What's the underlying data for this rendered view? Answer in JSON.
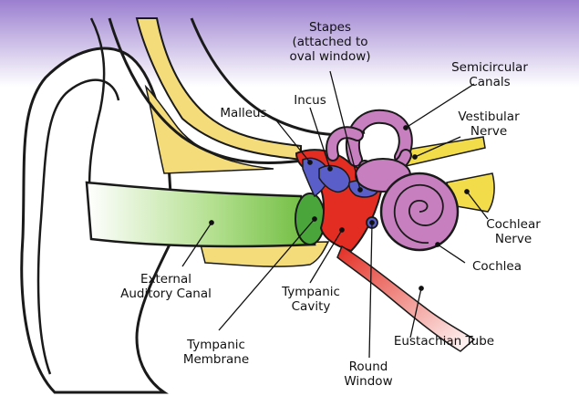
{
  "labels": {
    "stapes": [
      "Stapes",
      "(attached to",
      "oval window)"
    ],
    "semicircular": [
      "Semicircular",
      "Canals"
    ],
    "malleus": [
      "Malleus"
    ],
    "incus": [
      "Incus"
    ],
    "vestibular": [
      "Vestibular",
      "Nerve"
    ],
    "cochlear_nerve": [
      "Cochlear",
      "Nerve"
    ],
    "cochlea": [
      "Cochlea"
    ],
    "external_canal": [
      "External",
      "Auditory Canal"
    ],
    "tympanic_cavity": [
      "Tympanic",
      "Cavity"
    ],
    "tympanic_membrane": [
      "Tympanic",
      "Membrane"
    ],
    "eustachian": [
      "Eustachian Tube"
    ],
    "round_window": [
      "Round",
      "Window"
    ]
  },
  "colors": {
    "header_top": "#9b7fd0",
    "outline": "#1a1a1a",
    "bone": "#f5dc7a",
    "canal_green": "#7cc44e",
    "middle_ear_red": "#e32d23",
    "ossicles_blue": "#5a5ec8",
    "inner_ear_pink": "#c77fbf",
    "nerve_yellow": "#f2dc4a"
  }
}
